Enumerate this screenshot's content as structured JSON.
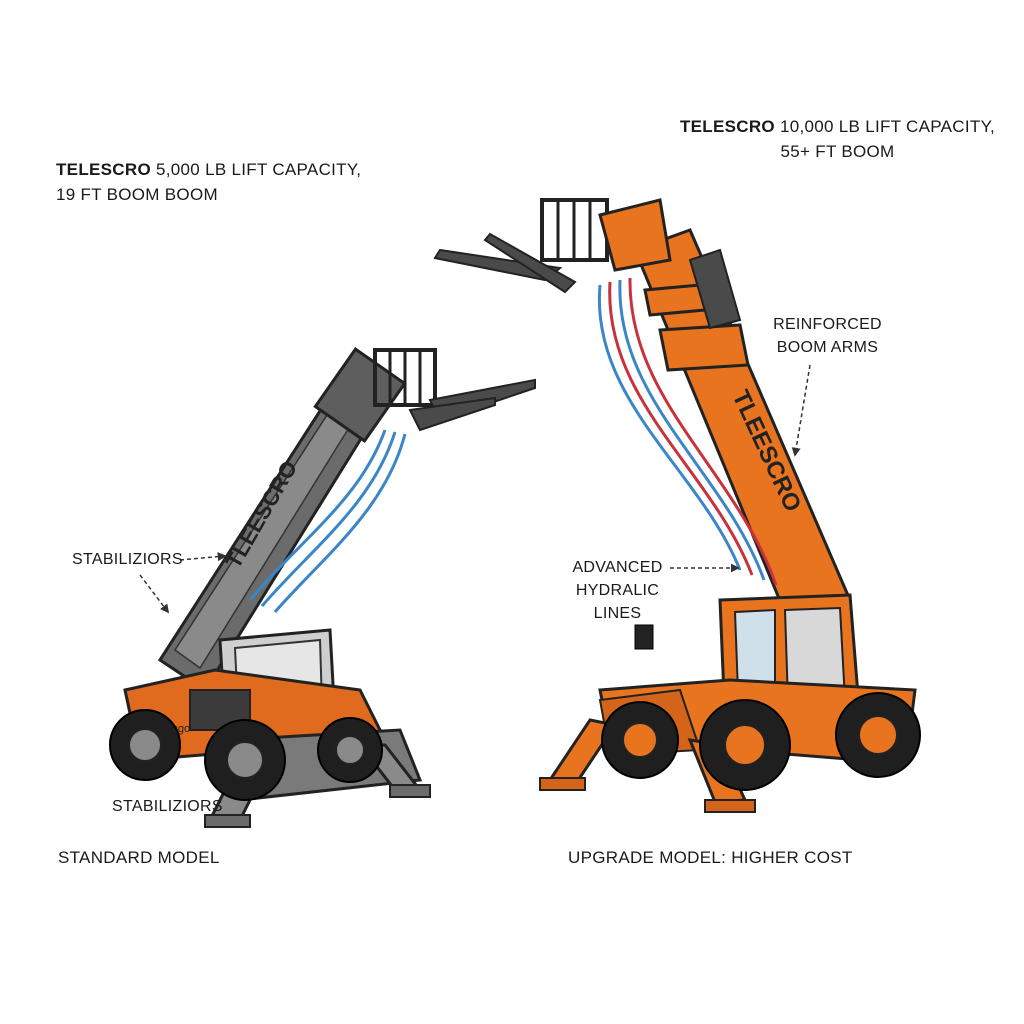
{
  "standard": {
    "brand": "TELESCRO",
    "spec_line1": "5,000 LB LIFT CAPACITY,",
    "spec_line2": "19 FT BOOM BOOM",
    "boom_text": "TLEESCRO",
    "decal_text": "Weirsgo",
    "callout_stabilizers_top": "STABILIZIORS",
    "callout_stabilizers_bottom": "STABILIZIORS",
    "caption": "STANDARD MODEL",
    "body_color": "#e06a1e",
    "boom_color": "#6b6b6b",
    "hose_color": "#3a86c8"
  },
  "upgrade": {
    "brand": "TELESCRO",
    "spec_line1": "10,000 LB LIFT CAPACITY,",
    "spec_line2": "55+ FT BOOM",
    "boom_text": "TLEESCRO",
    "callout_boom_line1": "REINFORCED",
    "callout_boom_line2": "BOOM ARMS",
    "callout_hydraulic_line1": "ADVANCED",
    "callout_hydraulic_line2": "HYDRALIC",
    "callout_hydraulic_line3": "LINES",
    "caption": "UPGRADE MODEL: HIGHER COST",
    "body_color": "#e8741f",
    "boom_color": "#e8741f",
    "hose_color_1": "#3a86c8",
    "hose_color_2": "#c8323a"
  }
}
